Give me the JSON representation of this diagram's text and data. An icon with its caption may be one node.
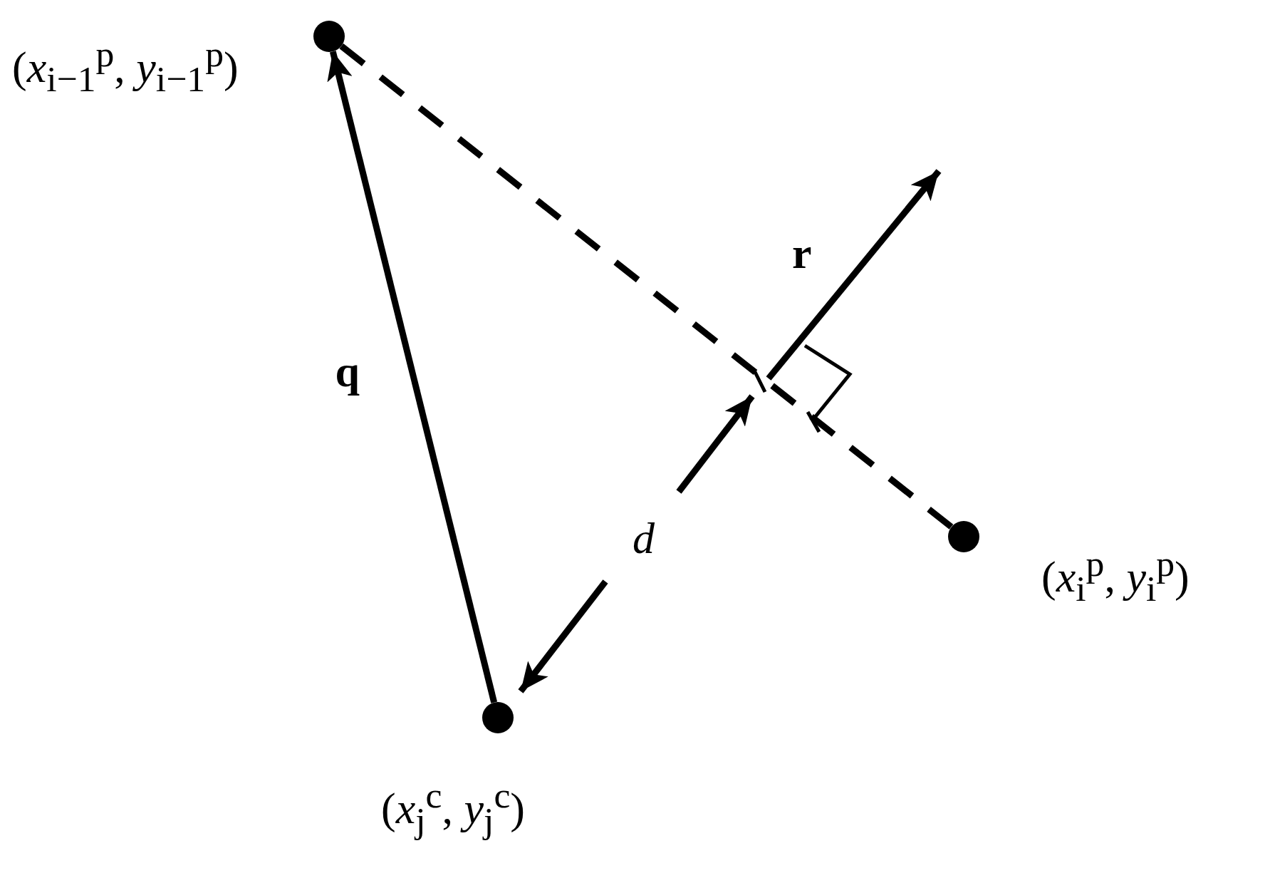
{
  "diagram": {
    "nodes": [
      {
        "text": [],
        "shape": "circle",
        "beside": [
          "(*x*$_{i−1}$$^{p}$, *y*$_{i−1}$$^{p}$)"
        ]
      },
      {
        "text": [],
        "shape": "circle",
        "beside": [
          "(*x*$_{i}$$^{p}$, *y*$_{i}$$^{p}$)"
        ]
      },
      {
        "text": [],
        "shape": "circle",
        "beside": [
          "(*x*$_{j}$$^{c}$, *y*$_{j}$$^{c}$)"
        ]
      }
    ],
    "edges": [
      {
        "from": 2,
        "to": 0,
        "arrow": "to",
        "label": "q"
      },
      {
        "from": 0,
        "to": 1,
        "arrow": "none",
        "style": "dashed"
      }
    ],
    "labels": [
      "r",
      "d"
    ]
  }
}
